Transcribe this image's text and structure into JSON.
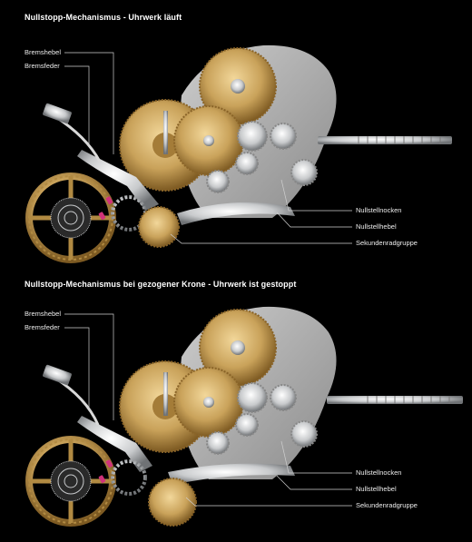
{
  "colors": {
    "background": "#000000",
    "brass": "#c9a25a",
    "steel": "#c8cacc",
    "ruby": "#d0327a",
    "text": "#ffffff"
  },
  "panels": [
    {
      "title": "Nullstopp-Mechanismus - Uhrwerk läuft",
      "labels": {
        "bremshebel": "Bremshebel",
        "bremsfeder": "Bremsfeder",
        "nullstellnocken": "Nullstellnocken",
        "nullstellhebel": "Nullstellhebel",
        "sekundenradgruppe": "Sekundenradgruppe"
      }
    },
    {
      "title": "Nullstopp-Mechanismus bei gezogener Krone - Uhrwerk ist gestoppt",
      "labels": {
        "bremshebel": "Bremshebel",
        "bremsfeder": "Bremsfeder",
        "nullstellnocken": "Nullstellnocken",
        "nullstellhebel": "Nullstellhebel",
        "sekundenradgruppe": "Sekundenradgruppe"
      }
    }
  ]
}
